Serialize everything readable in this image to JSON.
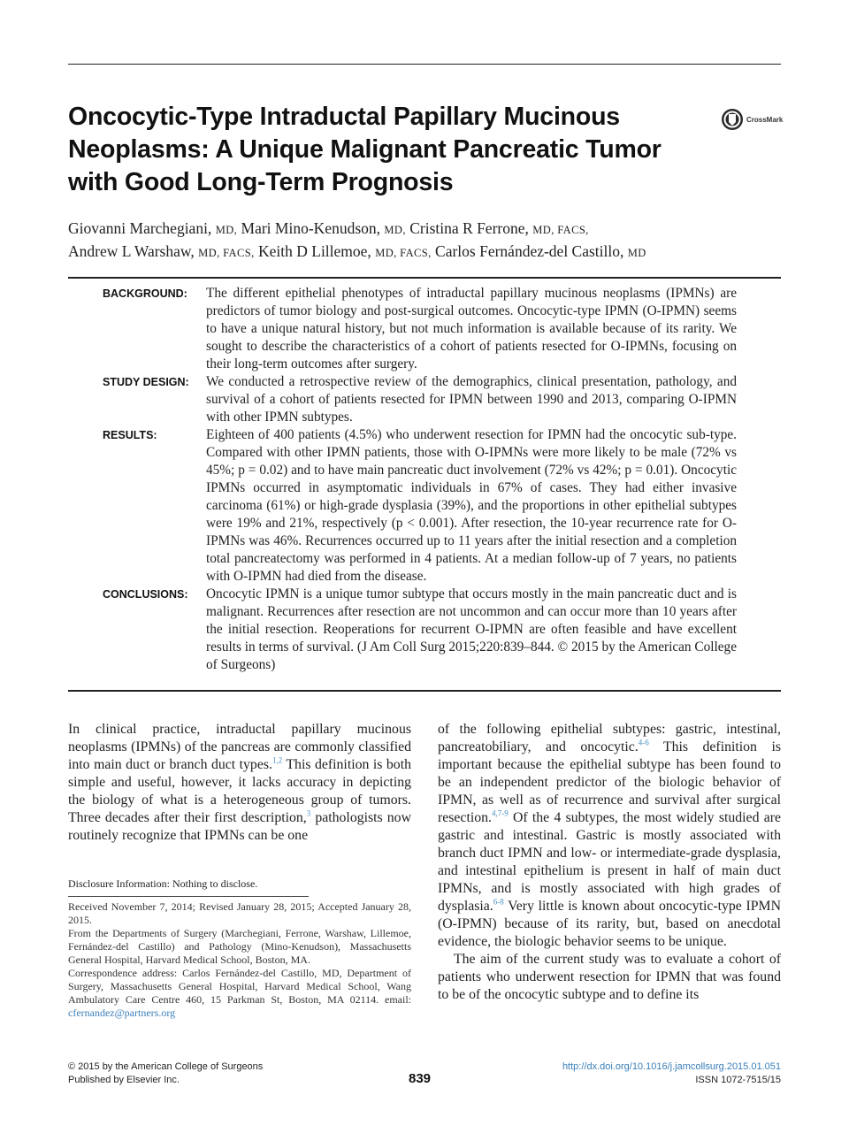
{
  "article": {
    "title": "Oncocytic-Type Intraductal Papillary Mucinous Neoplasms: A Unique Malignant Pancreatic Tumor with Good Long-Term Prognosis",
    "crossmark_label": "CrossMark",
    "authors": [
      {
        "name": "Giovanni Marchegiani,",
        "degree": "MD,"
      },
      {
        "name": "Mari Mino-Kenudson,",
        "degree": "MD,"
      },
      {
        "name": "Cristina R Ferrone,",
        "degree": "MD, FACS,"
      },
      {
        "name": "Andrew L Warshaw,",
        "degree": "MD, FACS,"
      },
      {
        "name": "Keith D Lillemoe,",
        "degree": "MD, FACS,"
      },
      {
        "name": "Carlos Fernández-del Castillo,",
        "degree": "MD"
      }
    ]
  },
  "abstract": [
    {
      "label": "BACKGROUND:",
      "text": "The different epithelial phenotypes of intraductal papillary mucinous neoplasms (IPMNs) are predictors of tumor biology and post-surgical outcomes. Oncocytic-type IPMN (O-IPMN) seems to have a unique natural history, but not much information is available because of its rarity. We sought to describe the characteristics of a cohort of patients resected for O-IPMNs, focusing on their long-term outcomes after surgery."
    },
    {
      "label": "STUDY DESIGN:",
      "text": "We conducted a retrospective review of the demographics, clinical presentation, pathology, and survival of a cohort of patients resected for IPMN between 1990 and 2013, comparing O-IPMN with other IPMN subtypes."
    },
    {
      "label": "RESULTS:",
      "text": "Eighteen of 400 patients (4.5%) who underwent resection for IPMN had the oncocytic sub-type. Compared with other IPMN patients, those with O-IPMNs were more likely to be male (72% vs 45%; p = 0.02) and to have main pancreatic duct involvement (72% vs 42%; p = 0.01). Oncocytic IPMNs occurred in asymptomatic individuals in 67% of cases. They had either invasive carcinoma (61%) or high-grade dysplasia (39%), and the proportions in other epithelial subtypes were 19% and 21%, respectively (p < 0.001). After resection, the 10-year recurrence rate for O-IPMNs was 46%. Recurrences occurred up to 11 years after the initial resection and a completion total pancreatectomy was performed in 4 patients. At a median follow-up of 7 years, no patients with O-IPMN had died from the disease."
    },
    {
      "label": "CONCLUSIONS:",
      "text": "Oncocytic IPMN is a unique tumor subtype that occurs mostly in the main pancreatic duct and is malignant. Recurrences after resection are not uncommon and can occur more than 10 years after the initial resection. Reoperations for recurrent O-IPMN are often feasible and have excellent results in terms of survival. (J Am Coll Surg 2015;220:839–844. © 2015 by the American College of Surgeons)"
    }
  ],
  "body": {
    "left_p1_a": "In clinical practice, intraductal papillary mucinous neoplasms (IPMNs) of the pancreas are commonly classified into main duct or branch duct types.",
    "left_p1_ref1": "1,2",
    "left_p1_b": " This definition is both simple and useful, however, it lacks accuracy in depicting the biology of what is a heterogeneous group of tumors. Three decades after their first description,",
    "left_p1_ref2": "3",
    "left_p1_c": " pathologists now routinely recognize that IPMNs can be one",
    "right_p1_a": "of the following epithelial subtypes: gastric, intestinal, pancreatobiliary, and oncocytic.",
    "right_p1_ref1": "4-6",
    "right_p1_b": " This definition is important because the epithelial subtype has been found to be an independent predictor of the biologic behavior of IPMN, as well as of recurrence and survival after surgical resection.",
    "right_p1_ref2": "4,7-9",
    "right_p1_c": " Of the 4 subtypes, the most widely studied are gastric and intestinal. Gastric is mostly associated with branch duct IPMN and low- or intermediate-grade dysplasia, and intestinal epithelium is present in half of main duct IPMNs, and is mostly associated with high grades of dysplasia.",
    "right_p1_ref3": "6-8",
    "right_p1_d": " Very little is known about oncocytic-type IPMN (O-IPMN) because of its rarity, but, based on anecdotal evidence, the biologic behavior seems to be unique.",
    "right_p2": "The aim of the current study was to evaluate a cohort of patients who underwent resection for IPMN that was found to be of the oncocytic subtype and to define its"
  },
  "footnotes": {
    "disclosure": "Disclosure Information: Nothing to disclose.",
    "received": "Received November 7, 2014; Revised January 28, 2015; Accepted January 28, 2015.",
    "affiliation": "From the Departments of Surgery (Marchegiani, Ferrone, Warshaw, Lillemoe, Fernández-del Castillo) and Pathology (Mino-Kenudson), Massachusetts General Hospital, Harvard Medical School, Boston, MA.",
    "correspondence": "Correspondence address: Carlos Fernández-del Castillo, MD, Department of Surgery, Massachusetts General Hospital, Harvard Medical School, Wang Ambulatory Care Centre 460, 15 Parkman St, Boston, MA 02114. email: ",
    "email": "cfernandez@partners.org"
  },
  "footer": {
    "copyright": "© 2015 by the American College of Surgeons",
    "publisher": "Published by Elsevier Inc.",
    "page_number": "839",
    "doi": "http://dx.doi.org/10.1016/j.jamcollsurg.2015.01.051",
    "issn": "ISSN 1072-7515/15"
  }
}
